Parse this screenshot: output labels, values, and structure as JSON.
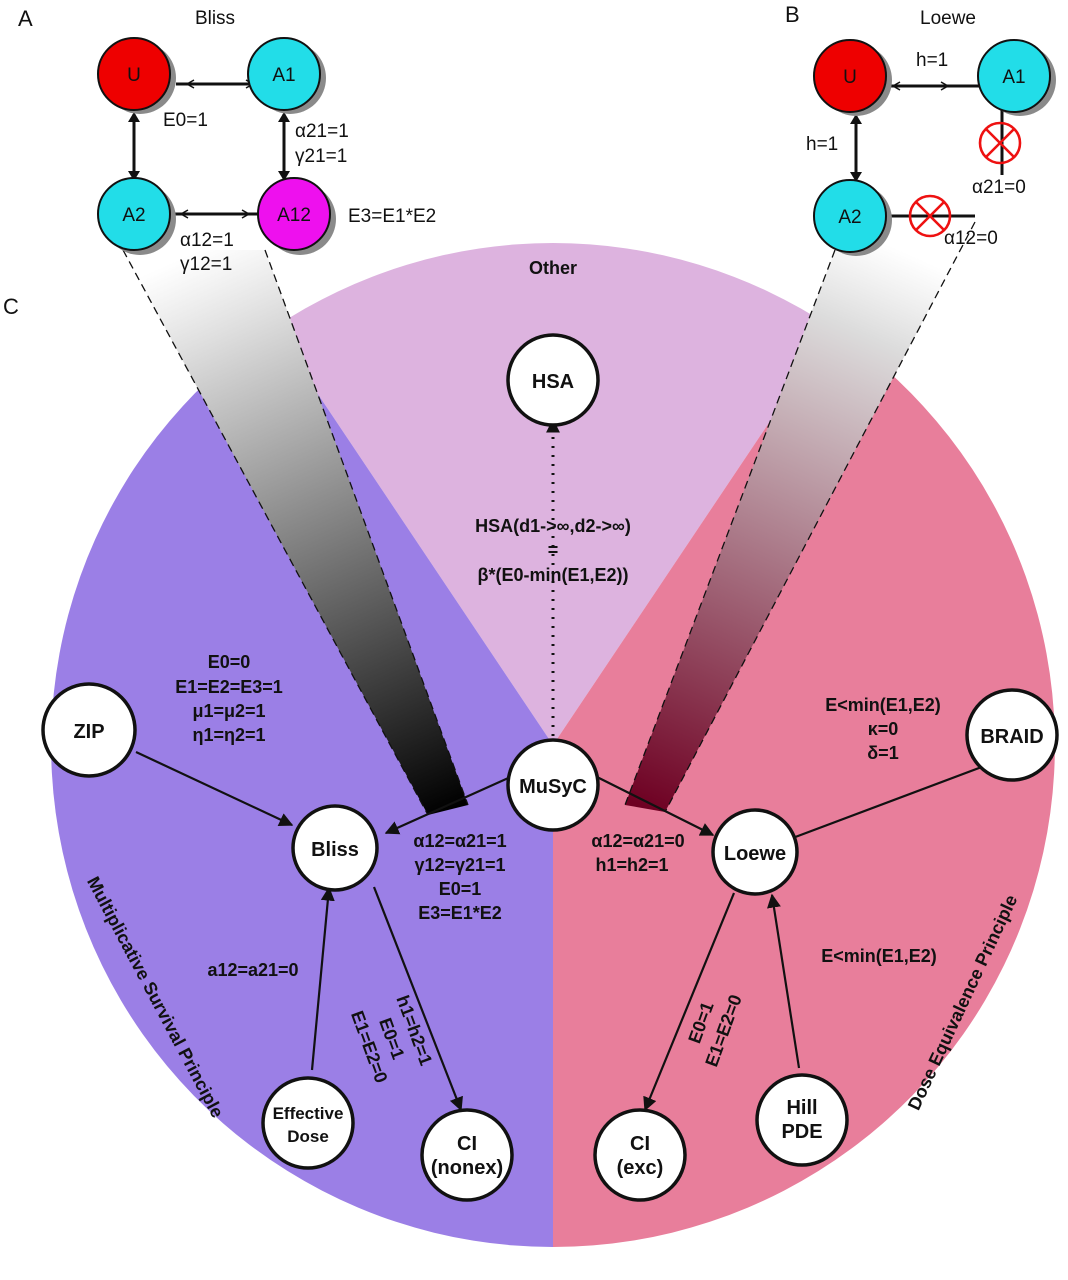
{
  "colors": {
    "state_u": "#ee0000",
    "state_single": "#22dde8",
    "state_combo": "#ee10ee",
    "multiplicative": "#9b7fe6",
    "dose_equivalence": "#e87e9b",
    "other": "#ddb3df",
    "forbidden": "#ee1111"
  },
  "panel_a": {
    "letter": "A",
    "title": "Bliss",
    "states": [
      "U",
      "A1",
      "A2",
      "A12"
    ],
    "e0": "E0=1",
    "a21": "α21=1",
    "g21": "γ21=1",
    "a12": "α12=1",
    "g12": "γ12=1",
    "e3": "E3=E1*E2"
  },
  "panel_b": {
    "letter": "B",
    "title": "Loewe",
    "states": [
      "U",
      "A1",
      "A2"
    ],
    "h_top": "h=1",
    "h_left": "h=1",
    "a21": "α21=0",
    "a12": "α12=0"
  },
  "panel_c": {
    "letter": "C",
    "sectors": {
      "other": "Other",
      "multiplicative": "Multiplicative Survival Principle",
      "dose_equivalence": "Dose Equivalence Principle"
    },
    "nodes": {
      "musyc": "MuSyC",
      "hsa": "HSA",
      "bliss": "Bliss",
      "loewe": "Loewe",
      "zip": "ZIP",
      "braid": "BRAID",
      "effective_dose": [
        "Effective",
        "Dose"
      ],
      "ci_nonex": [
        "CI",
        "(nonex)"
      ],
      "ci_exc": [
        "CI",
        "(exc)"
      ],
      "hill_pde": [
        "Hill",
        "PDE"
      ]
    },
    "labels": {
      "hsa": [
        "HSA(d1->∞,d2->∞)",
        "=",
        "β*(E0-min(E1,E2))"
      ],
      "zip": [
        "E0=0",
        "E1=E2=E3=1",
        "μ1=μ2=1",
        "η1=η2=1"
      ],
      "bliss": [
        "α12=α21=1",
        "γ12=γ21=1",
        "E0=1",
        "E3=E1*E2"
      ],
      "loewe": [
        "α12=α21=0",
        "h1=h2=1"
      ],
      "braid": [
        "E<min(E1,E2)",
        "κ=0",
        "δ=1"
      ],
      "effective_dose": "a12=a21=0",
      "ci_nonex": [
        "h1=h2=1",
        "E0=1",
        "E1=E2=0"
      ],
      "ci_exc": [
        "E0=1",
        "E1=E2=0"
      ],
      "hill_pde": "E<min(E1,E2)"
    }
  }
}
